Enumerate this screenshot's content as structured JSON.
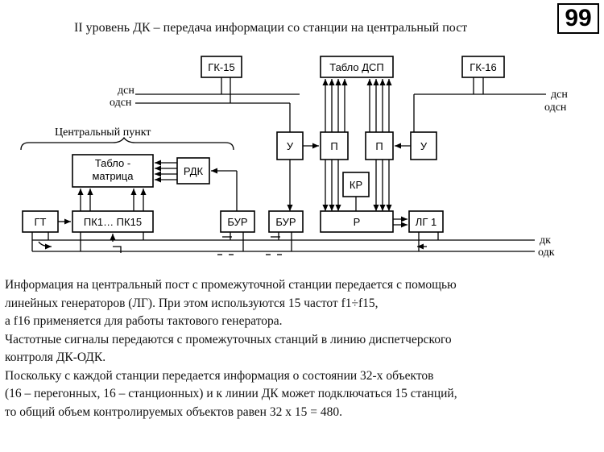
{
  "title": "II уровень ДК – передача информации со станции на центральный пост",
  "page_number": "99",
  "diagram": {
    "blocks": {
      "gk15": "ГК-15",
      "tablo_dsp": "Табло ДСП",
      "gk16": "ГК-16",
      "u_left": "У",
      "p_left": "П",
      "p_right": "П",
      "u_right": "У",
      "kr": "КР",
      "tablo_matrix_line1": "Табло -",
      "tablo_matrix_line2": "матрица",
      "rdk": "РДК",
      "gt": "ГТ",
      "pk": "ПК1… ПК15",
      "bur_left": "БУР",
      "bur_right": "БУР",
      "r": "Р",
      "lg1": "ЛГ 1"
    },
    "labels": {
      "dsn_left": "дсн",
      "odsn_left": "одсн",
      "dsn_right": "дсн",
      "odsn_right": "одсн",
      "central_point": "Центральный пункт",
      "dk": "дк",
      "odk": "одк"
    }
  },
  "paragraph_lines": [
    "Информация на центральный пост с промежуточной станции передается с помощью",
    "линейных генераторов (ЛГ). При этом используются 15 частот f1÷f15,",
    " а f16 применяется для работы тактового генератора.",
    "Частотные сигналы передаются с промежуточных станций в линию диспетчерского",
    " контроля ДК-ОДК.",
    " Поскольку с каждой станции передается информация о состоянии 32-х объектов",
    " (16 – перегонных, 16 – станционных) и к линии ДК может подключаться 15 станций,",
    "то общий объем контролируемых объектов равен 32 х 15 = 480."
  ]
}
